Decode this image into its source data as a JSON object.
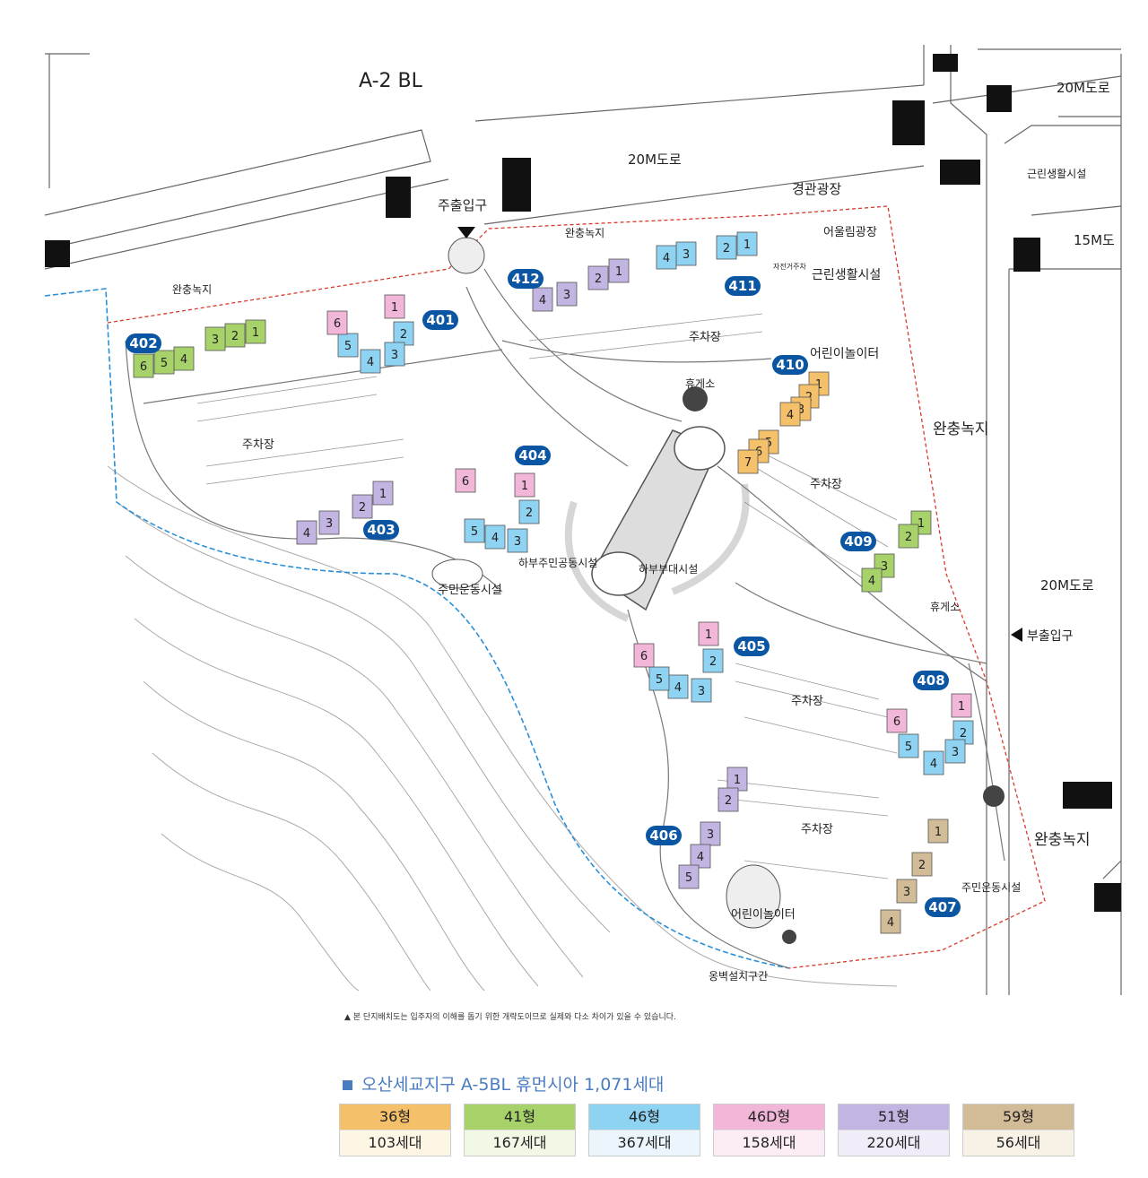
{
  "labels": {
    "block": "A-2 BL",
    "road_top": "20M도로",
    "road_top_right": "20M도로",
    "road_15m": "15M도",
    "road_right": "20M도로",
    "main_entrance": "주출입구",
    "sub_entrance": "부출입구",
    "landscape_plaza": "경관광장",
    "gathering_plaza": "어울림광장",
    "neighborhood_facility_right": "근린생활시설",
    "neighborhood_facility": "근린생활시설",
    "buffer_green_top": "완충녹지",
    "buffer_green_left": "완충녹지",
    "buffer_green_right": "완충녹지",
    "buffer_green_bottom": "완충녹지",
    "parking_402": "주차장",
    "parking_411": "주차장",
    "parking_410": "주차장",
    "parking_405": "주차장",
    "parking_406": "주차장",
    "playground_top": "어린이놀이터",
    "playground_bottom": "어린이놀이터",
    "rest_top": "휴게소",
    "rest_right": "휴게소",
    "sports_left": "주민운동시설",
    "sports_right": "주민운동시설",
    "underground_community": "하부주민공동시설",
    "underground_facility": "하부부대시설",
    "retaining_wall": "옹벽설치구간",
    "bicycle_parking": "자전거주차"
  },
  "buildings": [
    {
      "id": "401",
      "units": [
        "1",
        "2",
        "3",
        "4",
        "5",
        "6"
      ]
    },
    {
      "id": "402",
      "units": [
        "1",
        "2",
        "3",
        "4",
        "5",
        "6"
      ]
    },
    {
      "id": "403",
      "units": [
        "1",
        "2",
        "3",
        "4"
      ]
    },
    {
      "id": "404",
      "units": [
        "1",
        "2",
        "3",
        "4",
        "5",
        "6"
      ]
    },
    {
      "id": "405",
      "units": [
        "1",
        "2",
        "3",
        "4",
        "5",
        "6"
      ]
    },
    {
      "id": "406",
      "units": [
        "1",
        "2",
        "3",
        "4",
        "5"
      ]
    },
    {
      "id": "407",
      "units": [
        "1",
        "2",
        "3",
        "4"
      ]
    },
    {
      "id": "408",
      "units": [
        "1",
        "2",
        "3",
        "4",
        "5",
        "6"
      ]
    },
    {
      "id": "409",
      "units": [
        "1",
        "2",
        "3",
        "4"
      ]
    },
    {
      "id": "410",
      "units": [
        "1",
        "2",
        "3",
        "4",
        "5",
        "6",
        "7"
      ]
    },
    {
      "id": "411",
      "units": [
        "1",
        "2",
        "3",
        "4"
      ]
    },
    {
      "id": "412",
      "units": [
        "1",
        "2",
        "3",
        "4"
      ]
    }
  ],
  "note": "▲ 본 단지배치도는 입주자의 이해를 돕기 위한 개략도이므로 실제와 다소 차이가 있을 수 있습니다.",
  "legend": {
    "title": "오산세교지구 A-5BL 휴먼시아 1,071세대",
    "items": [
      {
        "type": "36형",
        "count": "103세대",
        "color": "#f5c06a",
        "bg": "#fdf6e4"
      },
      {
        "type": "41형",
        "count": "167세대",
        "color": "#a7d26a",
        "bg": "#f2f8e6"
      },
      {
        "type": "46형",
        "count": "367세대",
        "color": "#8fd3f2",
        "bg": "#eaf6fc"
      },
      {
        "type": "46D형",
        "count": "158세대",
        "color": "#f2b6d8",
        "bg": "#fcecf5"
      },
      {
        "type": "51형",
        "count": "220세대",
        "color": "#c3b5e2",
        "bg": "#f1edf8"
      },
      {
        "type": "59형",
        "count": "56세대",
        "color": "#d2bc97",
        "bg": "#f7f1e6"
      }
    ]
  },
  "colors": {
    "t36": "#f5c06a",
    "t41": "#a7d26a",
    "t46": "#8fd3f2",
    "t46d": "#f2b6d8",
    "t51": "#c3b5e2",
    "t59": "#d2bc97",
    "badge": "#0b56a3",
    "boundary_red": "#d8392b",
    "boundary_blue": "#2b8fd8"
  }
}
